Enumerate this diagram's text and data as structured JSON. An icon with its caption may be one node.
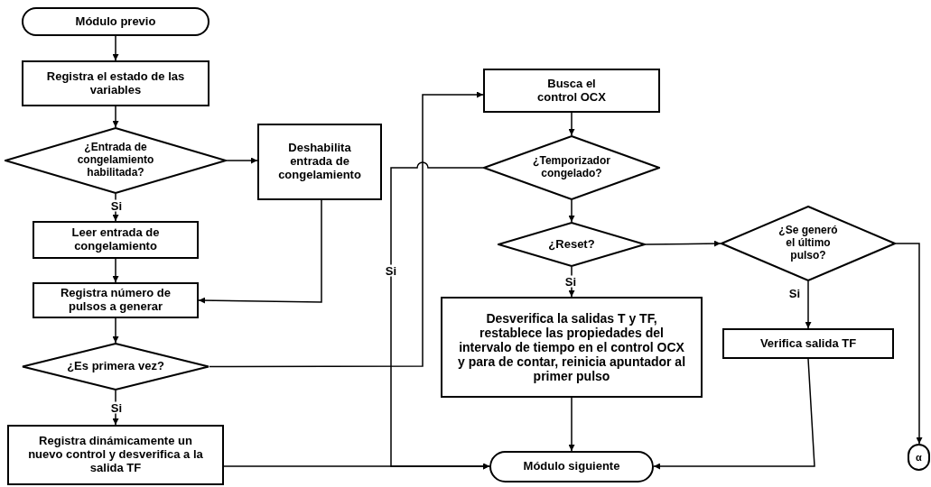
{
  "diagram": {
    "nodes": [
      {
        "text": [
          "Módulo previo"
        ]
      },
      {
        "text": [
          "Registra el estado de las variables"
        ]
      },
      {
        "text": [
          "¿Entrada de congelamiento habilitada?"
        ]
      },
      {
        "text": [
          "Deshabilita entrada de congelamiento"
        ]
      },
      {
        "text": [
          "Leer entrada de congelamiento"
        ]
      },
      {
        "text": [
          "Registra número de pulsos a generar"
        ]
      },
      {
        "text": [
          "¿Es primera vez?"
        ]
      },
      {
        "text": [
          "Registra dinámicamente un nuevo control y desverifica a la salida TF"
        ]
      },
      {
        "text": [
          "Busca el control OCX"
        ]
      },
      {
        "text": [
          "¿Temporizador congelado?"
        ]
      },
      {
        "text": [
          "¿Reset?"
        ]
      },
      {
        "text": [
          "¿Se generó el último pulso?"
        ]
      },
      {
        "text": [
          "Desverifica la salidas T y TF, restablece las propiedades del intervalo de tiempo en el control OCX y para de contar, reinicia apuntador al primer pulso"
        ]
      },
      {
        "text": [
          "Verifica salida TF"
        ]
      },
      {
        "text": [
          "Módulo siguiente"
        ]
      },
      {
        "text": [
          "α"
        ]
      }
    ],
    "edges": [
      {
        "from": 0,
        "to": 1,
        "arrow": "to"
      },
      {
        "from": 1,
        "to": 2,
        "arrow": "to"
      },
      {
        "from": 2,
        "to": 3,
        "arrow": "to"
      },
      {
        "from": 2,
        "to": 4,
        "arrow": "to",
        "label": "Si"
      },
      {
        "from": 4,
        "to": 5,
        "arrow": "to"
      },
      {
        "from": 3,
        "to": 5,
        "arrow": "to"
      },
      {
        "from": 5,
        "to": 6,
        "arrow": "to"
      },
      {
        "from": 6,
        "to": 7,
        "arrow": "to",
        "label": "Si"
      },
      {
        "from": 6,
        "to": 8,
        "arrow": "to"
      },
      {
        "from": 9,
        "to": 14,
        "arrow": "to",
        "label": "Si"
      },
      {
        "from": 7,
        "to": 14,
        "arrow": "to"
      },
      {
        "from": 8,
        "to": 9,
        "arrow": "to"
      },
      {
        "from": 9,
        "to": 10,
        "arrow": "to"
      },
      {
        "from": 10,
        "to": 11,
        "arrow": "to"
      },
      {
        "from": 10,
        "to": 12,
        "arrow": "to",
        "label": "Si"
      },
      {
        "from": 11,
        "to": 13,
        "arrow": "to",
        "label": "Si"
      },
      {
        "from": 12,
        "to": 14,
        "arrow": "to"
      },
      {
        "from": 13,
        "to": 14,
        "arrow": "to"
      },
      {
        "from": 11,
        "to": 15,
        "arrow": "to"
      }
    ]
  }
}
